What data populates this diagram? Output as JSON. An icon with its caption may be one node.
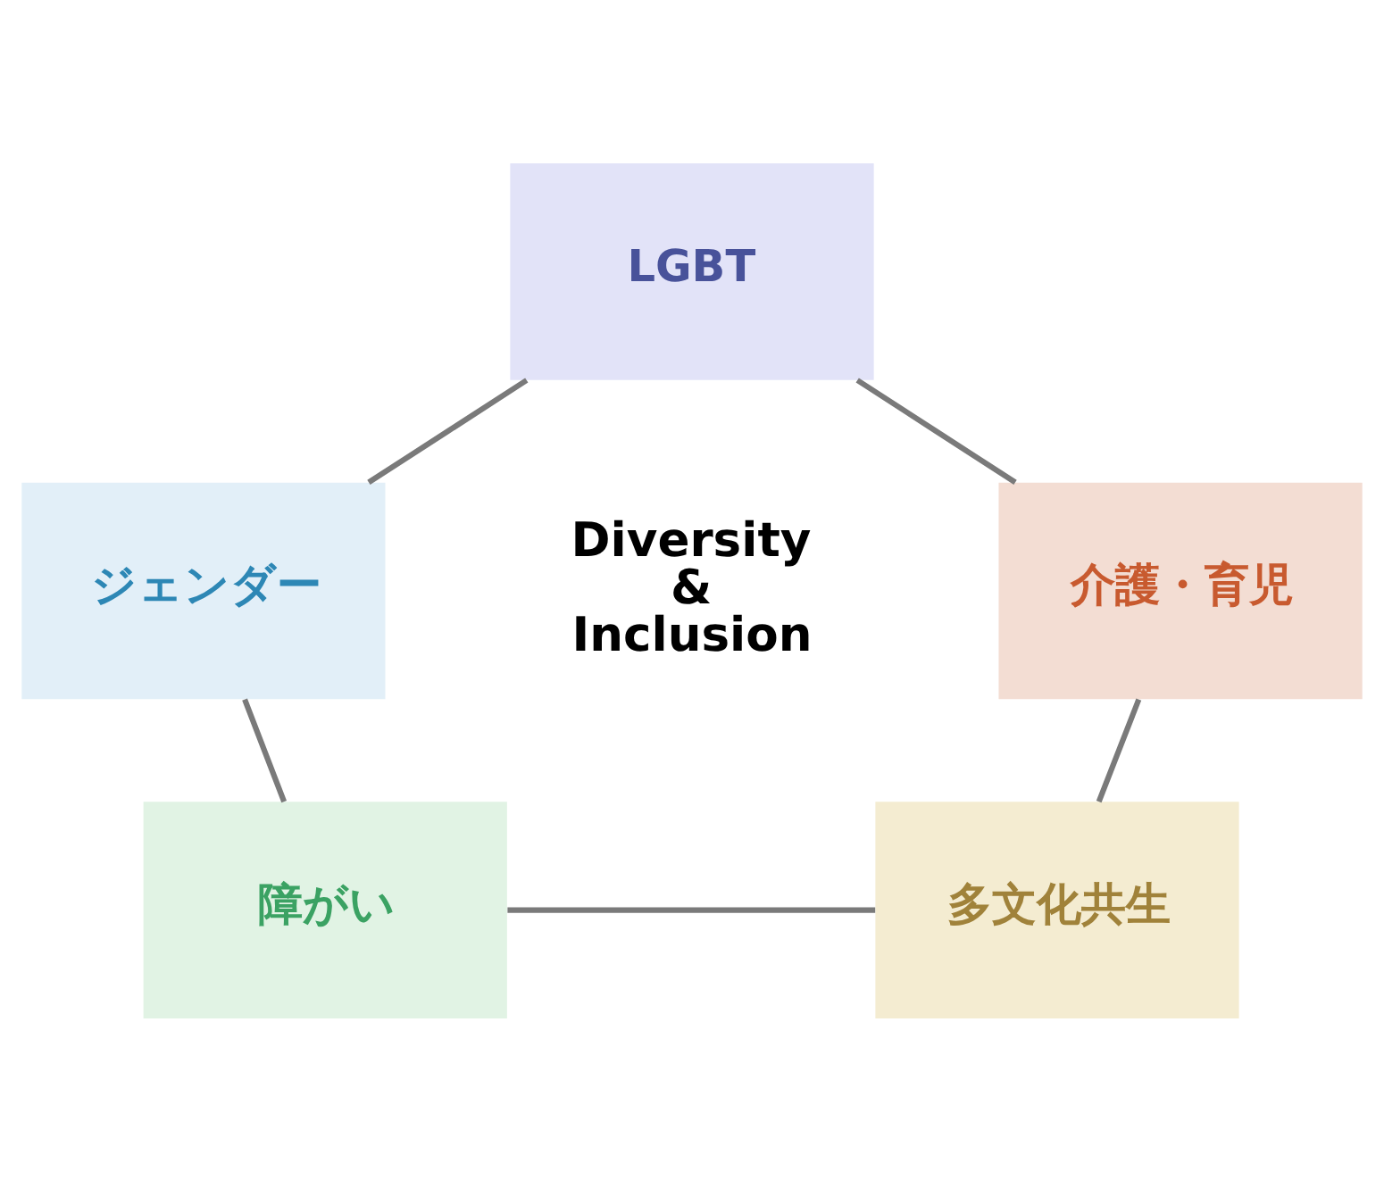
{
  "diagram": {
    "nodes": [
      {
        "text": [
          "LGBT"
        ]
      },
      {
        "text": [
          "ジェンダー"
        ]
      },
      {
        "text": [
          "介護・育児"
        ]
      },
      {
        "text": [
          "障がい"
        ]
      },
      {
        "text": [
          "多文化共生"
        ]
      }
    ],
    "edges": [
      {
        "from": 0,
        "to": 1,
        "arrow": "none"
      },
      {
        "from": 0,
        "to": 2,
        "arrow": "none"
      },
      {
        "from": 1,
        "to": 3,
        "arrow": "none"
      },
      {
        "from": 2,
        "to": 4,
        "arrow": "none"
      },
      {
        "from": 3,
        "to": 4,
        "arrow": "none"
      }
    ],
    "labels": [
      "Diversity & Inclusion"
    ]
  }
}
